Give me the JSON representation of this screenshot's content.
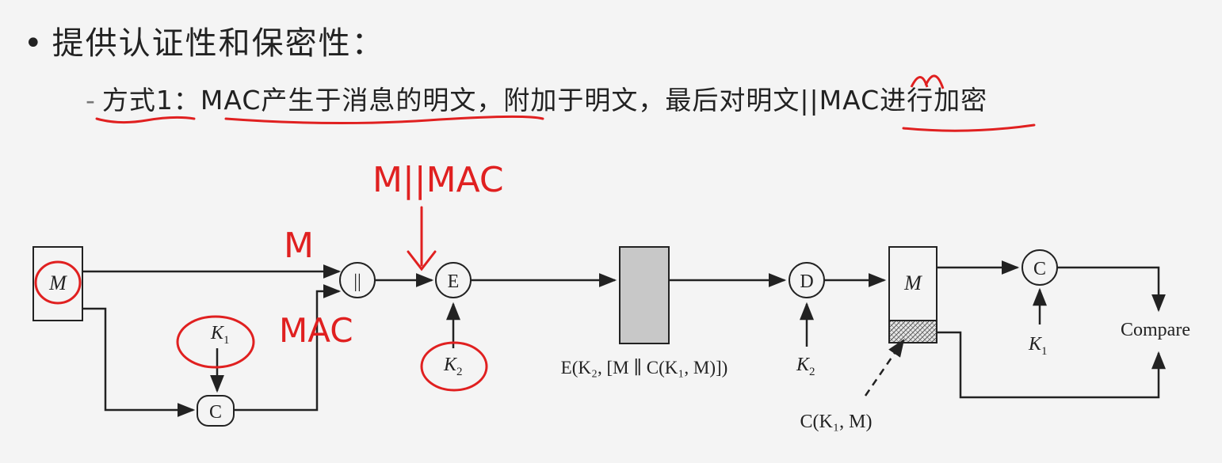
{
  "bullet": {
    "marker": "•",
    "text": "提供认证性和保密性："
  },
  "sub": {
    "marker": "-",
    "text_mode": "方式1：",
    "text_rest": "MAC产生于消息的明文，附加于明文，最后对明文||MAC进行加密"
  },
  "diagram": {
    "source_label": "M",
    "concat_symbol": "||",
    "encrypt_label": "E",
    "decrypt_label": "D",
    "mac_func_label_1": "C",
    "mac_func_label_2": "C",
    "key1_label": "K",
    "key1_sub": "1",
    "key2_label": "K",
    "key2_sub": "2",
    "key2_recv_label": "K",
    "key2_recv_sub": "2",
    "key1_recv_label": "K",
    "key1_recv_sub": "1",
    "cipher_caption": "E(K₂, [M ∥ C(K₁, M)])",
    "recv_msg_label": "M",
    "recv_mac_caption": "C(K₁, M)",
    "compare_label": "Compare"
  },
  "annotations": {
    "m_mac": "M||MAC",
    "m": "M",
    "mac": "MAC"
  },
  "colors": {
    "ink": "#222222",
    "annotation": "#e02020",
    "cipher_fill": "#c8c8c8",
    "box_fill": "#f4f4f4"
  }
}
